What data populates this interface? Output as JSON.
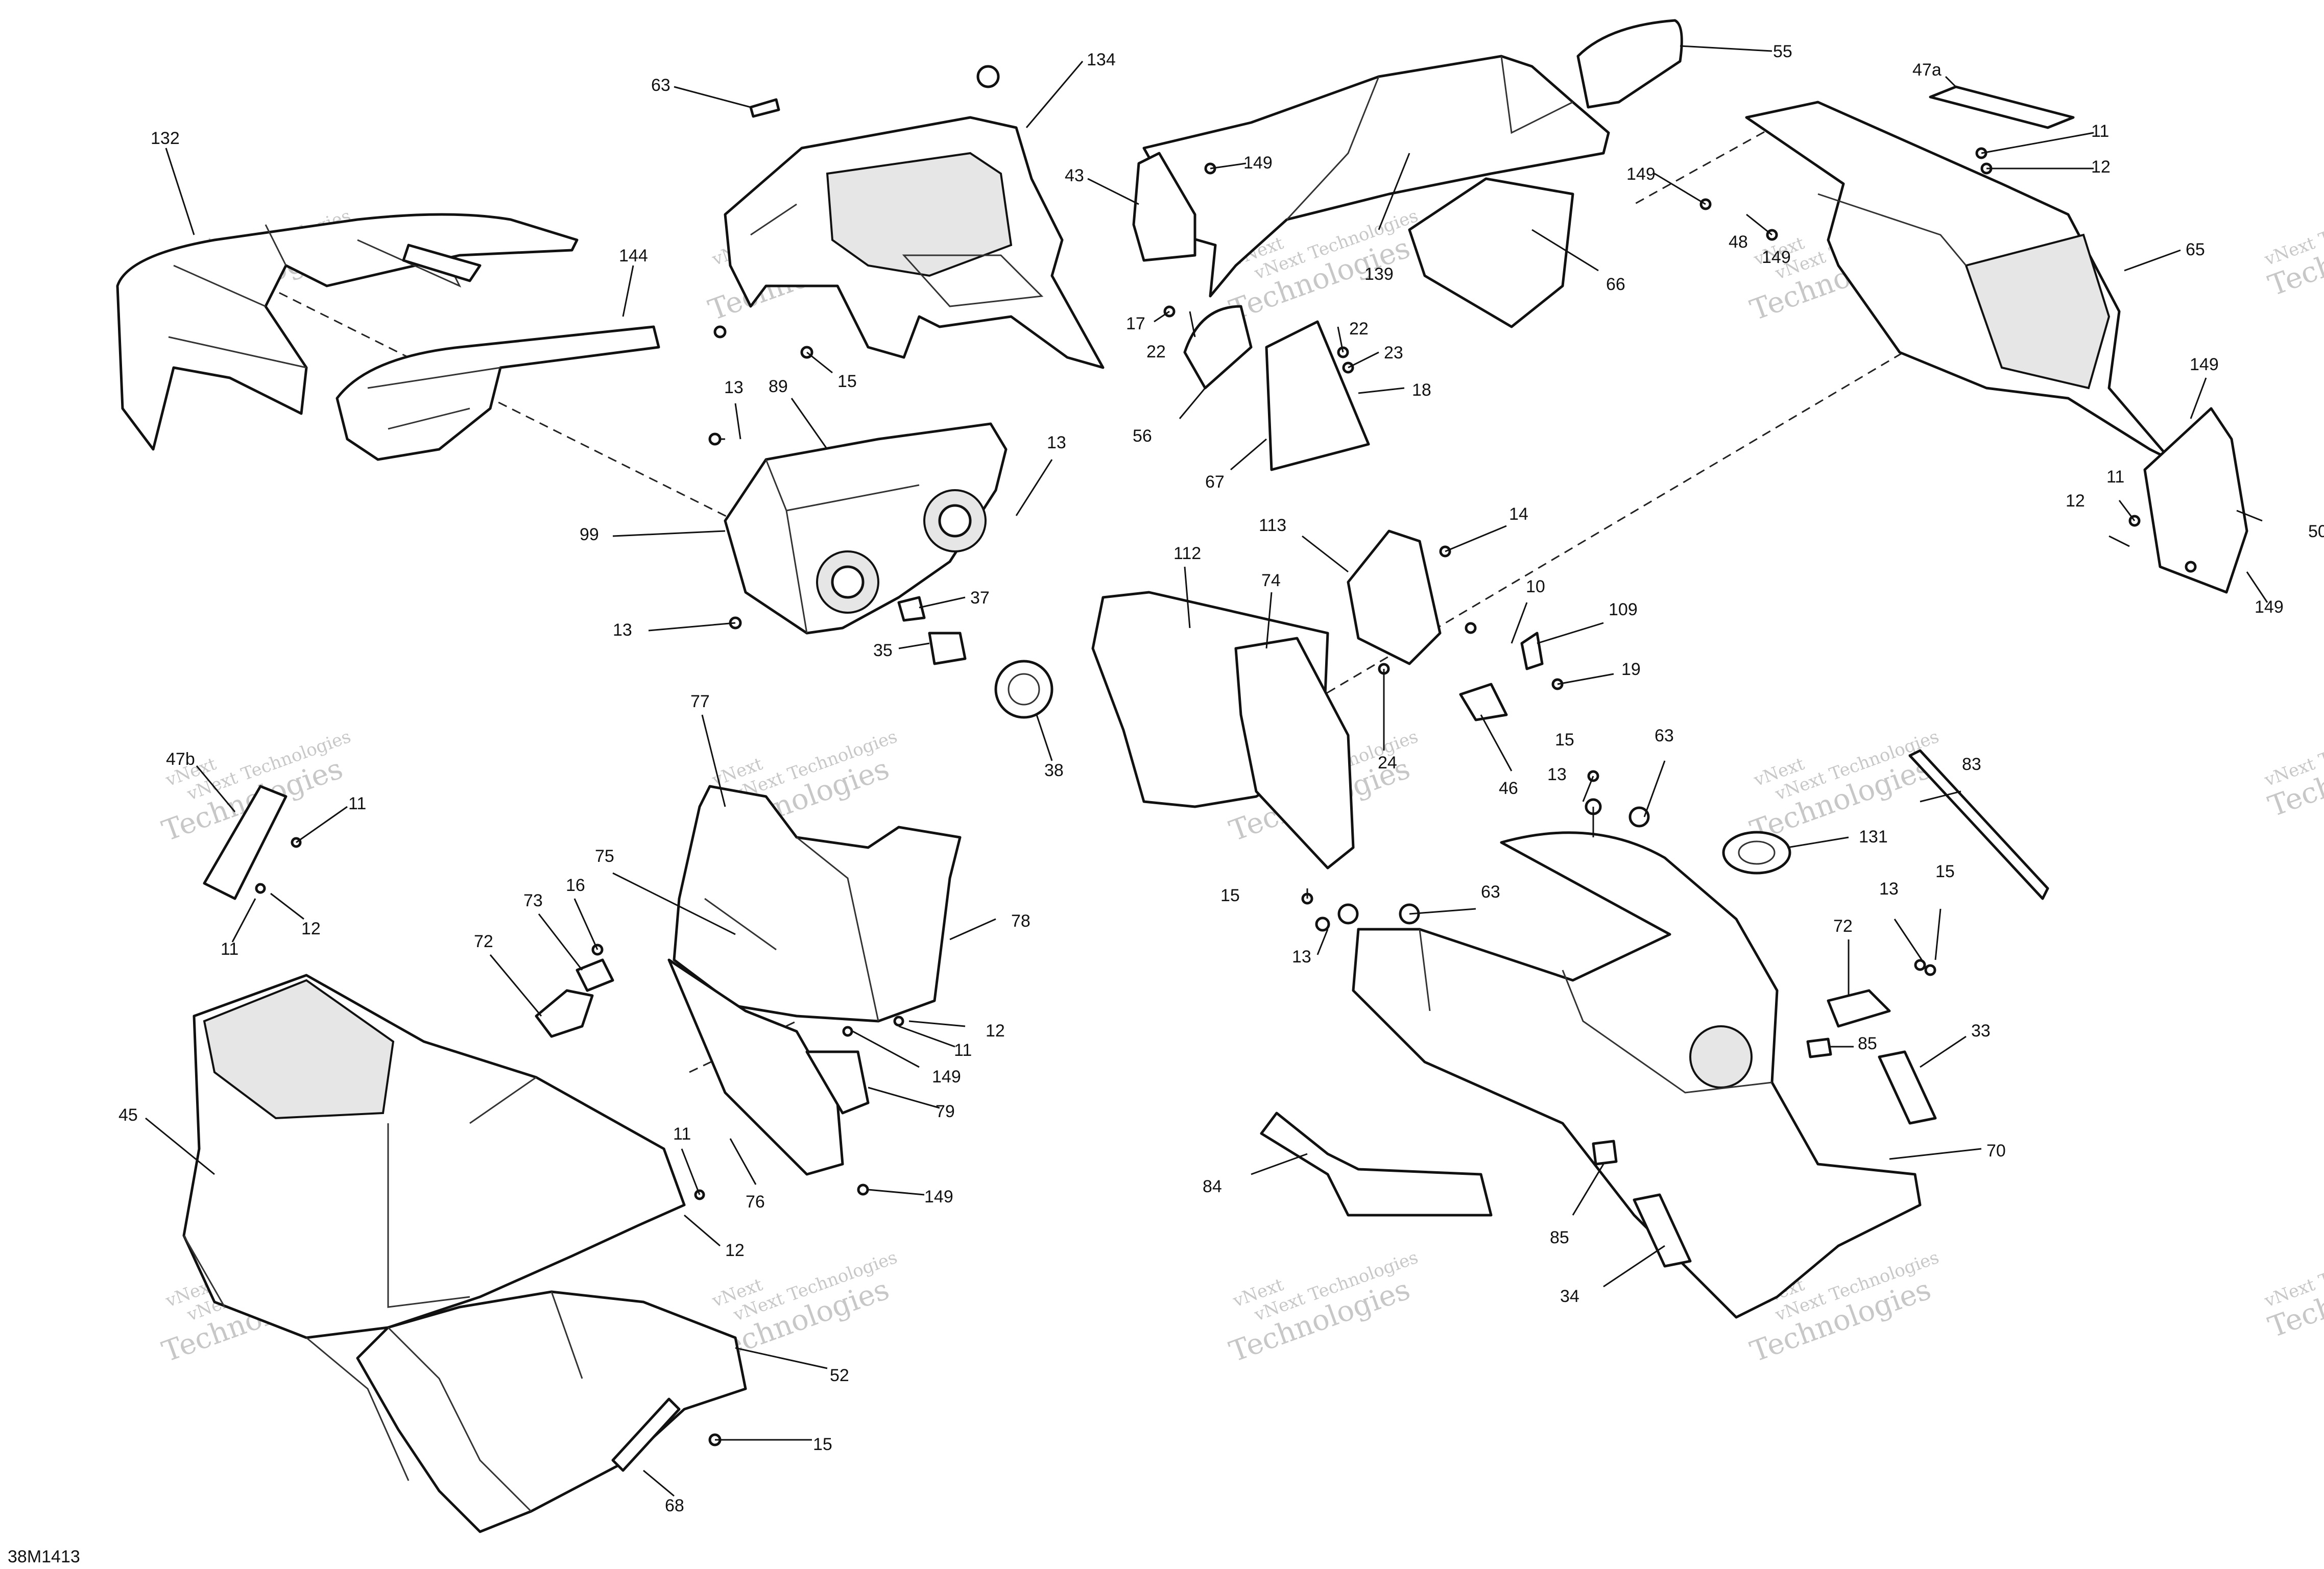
{
  "drawing": {
    "code": "38M1413"
  },
  "watermark": {
    "brand": "vNext",
    "line_small": "vNext Technologies",
    "line_big": "Technologies"
  },
  "callouts": [
    "132",
    "144",
    "63",
    "134",
    "43",
    "149",
    "55",
    "47a",
    "11",
    "12",
    "149",
    "48",
    "149",
    "65",
    "15",
    "13",
    "89",
    "13",
    "99",
    "13",
    "37",
    "35",
    "38",
    "139",
    "66",
    "17",
    "22",
    "22",
    "23",
    "18",
    "56",
    "67",
    "112",
    "74",
    "113",
    "14",
    "10",
    "109",
    "19",
    "24",
    "46",
    "149",
    "12",
    "11",
    "50",
    "149",
    "47b",
    "11",
    "12",
    "11",
    "77",
    "75",
    "73",
    "16",
    "72",
    "78",
    "12",
    "11",
    "149",
    "79",
    "149",
    "45",
    "11",
    "12",
    "76",
    "52",
    "15",
    "68",
    "15",
    "13",
    "63",
    "83",
    "131",
    "15",
    "13",
    "63",
    "13",
    "15",
    "72",
    "85",
    "33",
    "70",
    "84",
    "85",
    "34"
  ]
}
